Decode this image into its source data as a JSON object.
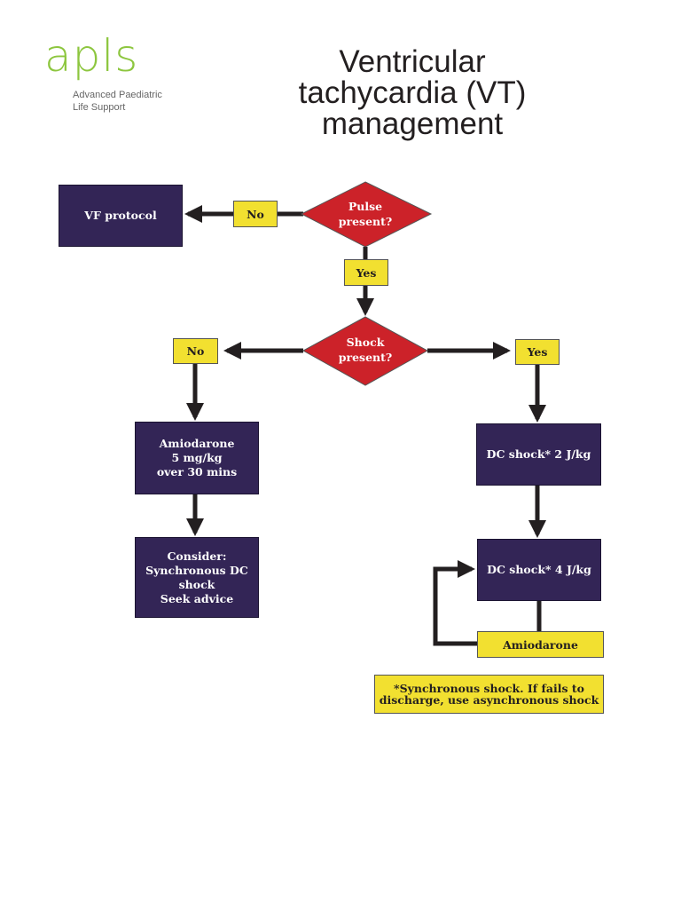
{
  "logo": {
    "wordmark": "apls",
    "subtitle_line1": "Advanced Paediatric",
    "subtitle_line2": "Life Support"
  },
  "title": {
    "line1": "Ventricular",
    "line2": "tachycardia (VT)",
    "line3": "management"
  },
  "decisions": {
    "pulse": {
      "line1": "Pulse",
      "line2": "present?"
    },
    "shock": {
      "line1": "Shock",
      "line2": "present?"
    }
  },
  "answers": {
    "pulse_no": "No",
    "pulse_yes": "Yes",
    "shock_no": "No",
    "shock_yes": "Yes"
  },
  "boxes": {
    "vf_protocol": "VF protocol",
    "amiodarone_dose": {
      "line1": "Amiodarone",
      "line2": "5 mg/kg",
      "line3": "over 30 mins"
    },
    "consider": {
      "line1": "Consider:",
      "line2": "Synchronous DC",
      "line3": "shock",
      "line4": "Seek advice"
    },
    "dc_shock_2": "DC shock* 2 J/kg",
    "dc_shock_4": "DC shock* 4 J/kg",
    "amiodarone_loop": "Amiodarone"
  },
  "footnote": {
    "line1": "*Synchronous shock. If fails to",
    "line2": "discharge, use asynchronous shock"
  },
  "colors": {
    "box": "#332556",
    "decision": "#cc2229",
    "label": "#f2e030",
    "arrow": "#231f20",
    "logo": "#8dc63f"
  }
}
